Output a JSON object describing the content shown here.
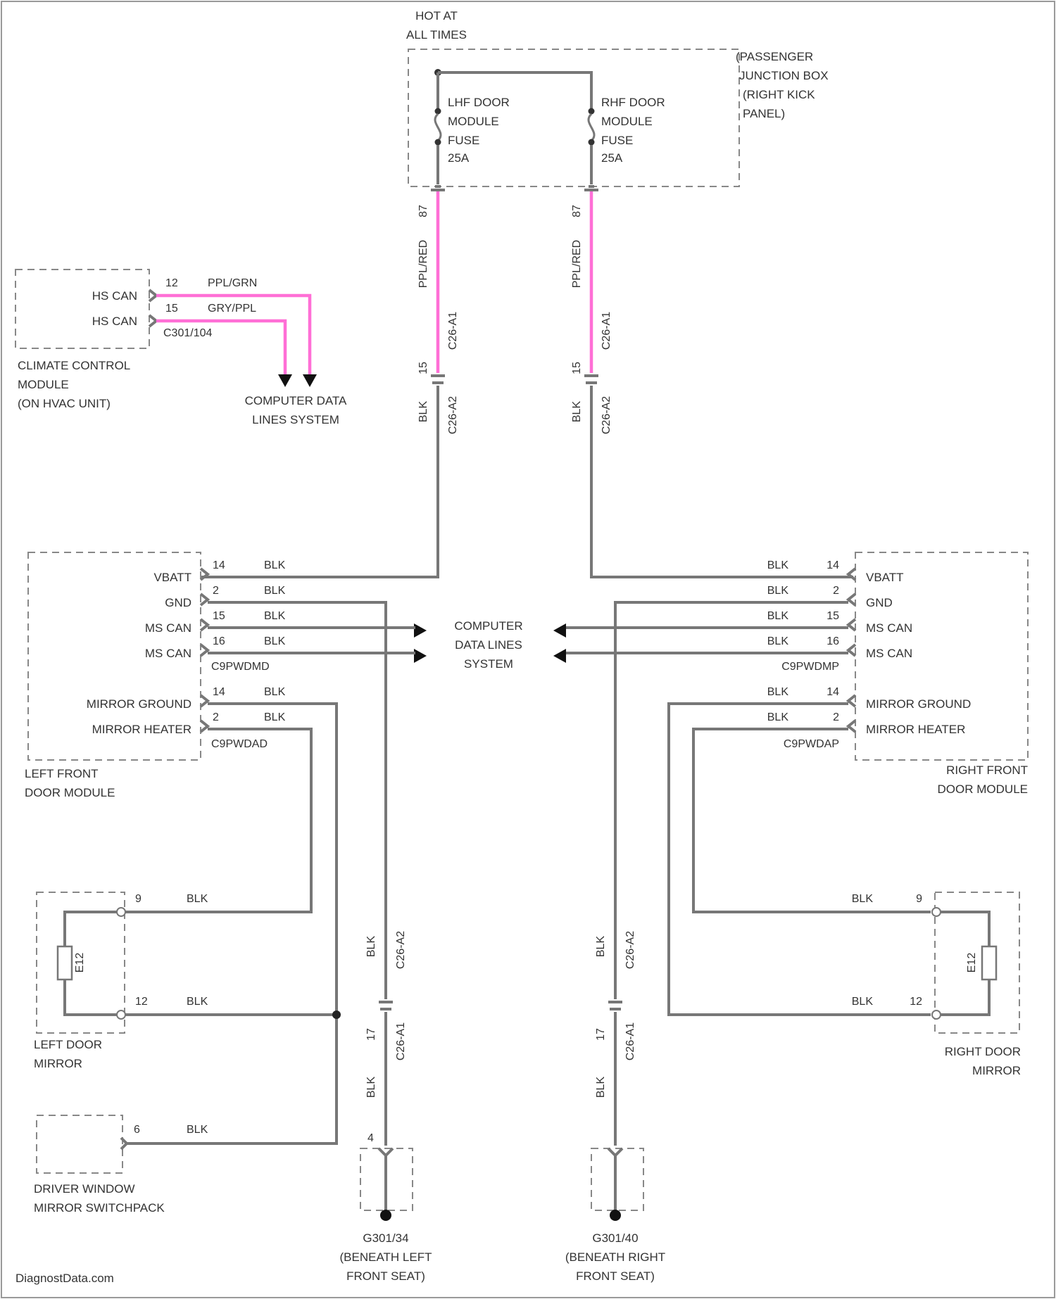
{
  "power": {
    "hot_line1": "HOT AT",
    "hot_line2": "ALL TIMES"
  },
  "junction_box": {
    "lines": [
      "(PASSENGER",
      "JUNCTION BOX",
      "(RIGHT KICK",
      "PANEL)"
    ]
  },
  "fuses": {
    "lhf": [
      "LHF DOOR",
      "MODULE",
      "FUSE",
      "25A"
    ],
    "rhf": [
      "RHF DOOR",
      "MODULE",
      "FUSE",
      "25A"
    ],
    "pin": "87"
  },
  "feed_wires": {
    "color": "PPL/RED",
    "conn_top": "C26-A1",
    "pin_mid": "15",
    "color_low": "BLK",
    "conn_low": "C26-A2"
  },
  "climate": {
    "pins": [
      "12",
      "15"
    ],
    "signals": [
      "HS CAN",
      "HS CAN"
    ],
    "wire_colors": [
      "PPL/GRN",
      "GRY/PPL"
    ],
    "connector": "C301/104",
    "name_lines": [
      "CLIMATE CONTROL",
      "MODULE",
      "(ON HVAC UNIT)"
    ]
  },
  "data_lines": {
    "top": [
      "COMPUTER DATA",
      "LINES SYSTEM"
    ],
    "center": [
      "COMPUTER",
      "DATA LINES",
      "SYSTEM"
    ]
  },
  "left_module": {
    "signals": [
      "VBATT",
      "GND",
      "MS CAN",
      "MS CAN"
    ],
    "pins": [
      "14",
      "2",
      "15",
      "16"
    ],
    "colors": [
      "BLK",
      "BLK",
      "BLK",
      "BLK"
    ],
    "connector1": "C9PWDMD",
    "mirror_signals": [
      "MIRROR GROUND",
      "MIRROR HEATER"
    ],
    "mirror_pins": [
      "14",
      "2"
    ],
    "mirror_colors": [
      "BLK",
      "BLK"
    ],
    "connector2": "C9PWDAD",
    "name_lines": [
      "LEFT FRONT",
      "DOOR MODULE"
    ]
  },
  "right_module": {
    "signals": [
      "VBATT",
      "GND",
      "MS CAN",
      "MS CAN"
    ],
    "pins": [
      "14",
      "2",
      "15",
      "16"
    ],
    "colors": [
      "BLK",
      "BLK",
      "BLK",
      "BLK"
    ],
    "connector1": "C9PWDMP",
    "mirror_signals": [
      "MIRROR GROUND",
      "MIRROR HEATER"
    ],
    "mirror_pins": [
      "14",
      "2"
    ],
    "mirror_colors": [
      "BLK",
      "BLK"
    ],
    "connector2": "C9PWDAP",
    "name_lines": [
      "RIGHT FRONT",
      "DOOR MODULE"
    ]
  },
  "left_mirror": {
    "pins": [
      "9",
      "12"
    ],
    "colors": [
      "BLK",
      "BLK"
    ],
    "element": "E12",
    "name_lines": [
      "LEFT DOOR",
      "MIRROR"
    ]
  },
  "right_mirror": {
    "pins": [
      "9",
      "12"
    ],
    "colors": [
      "BLK",
      "BLK"
    ],
    "element": "E12",
    "name_lines": [
      "RIGHT DOOR",
      "MIRROR"
    ]
  },
  "switchpack": {
    "pin": "6",
    "color": "BLK",
    "name_lines": [
      "DRIVER WINDOW",
      "MIRROR SWITCHPACK"
    ]
  },
  "left_ground": {
    "color_up": "BLK",
    "conn_up": "C26-A2",
    "pin_mid": "17",
    "color_low": "BLK",
    "conn_low": "C26-A1",
    "pin_bottom": "4",
    "name_lines": [
      "G301/34",
      "(BENEATH LEFT",
      "FRONT SEAT)"
    ]
  },
  "right_ground": {
    "color_up": "BLK",
    "conn_up": "C26-A2",
    "pin_mid": "17",
    "color_low": "BLK",
    "conn_low": "C26-A1",
    "name_lines": [
      "G301/40",
      "(BENEATH RIGHT",
      "FRONT SEAT)"
    ]
  },
  "watermark": "DiagnostData.com"
}
